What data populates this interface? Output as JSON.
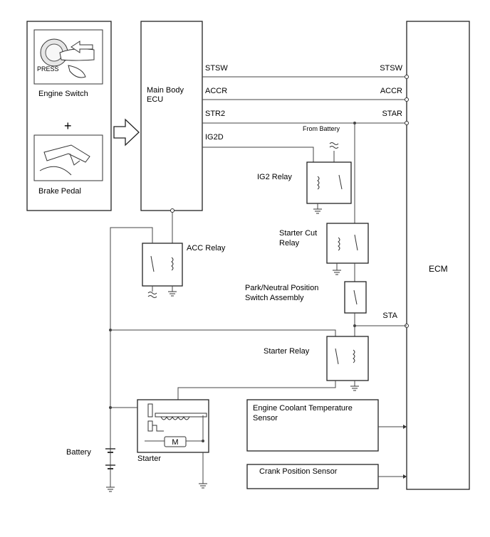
{
  "controls": {
    "engine_switch": "Engine Switch",
    "press": "PRESS",
    "plus": "+",
    "brake_pedal": "Brake Pedal"
  },
  "main_body_ecu": {
    "line1": "Main Body",
    "line2": "ECU"
  },
  "ecu_pins": {
    "stsw": "STSW",
    "accr": "ACCR",
    "str2": "STR2",
    "ig2d": "IG2D"
  },
  "ecm": {
    "label": "ECM",
    "stsw": "STSW",
    "accr": "ACCR",
    "star": "STAR",
    "sta": "STA"
  },
  "from_battery": "From Battery",
  "relays": {
    "ig2": "IG2 Relay",
    "starter_cut_1": "Starter Cut",
    "starter_cut_2": "Relay",
    "acc": "ACC Relay",
    "park_neutral_1": "Park/Neutral Position",
    "park_neutral_2": "Switch Assembly",
    "starter": "Starter Relay"
  },
  "sensors": {
    "coolant_1": "Engine Coolant Temperature",
    "coolant_2": "Sensor",
    "crank": "Crank Position Sensor"
  },
  "starter": {
    "label": "Starter",
    "motor": "M"
  },
  "battery": "Battery"
}
